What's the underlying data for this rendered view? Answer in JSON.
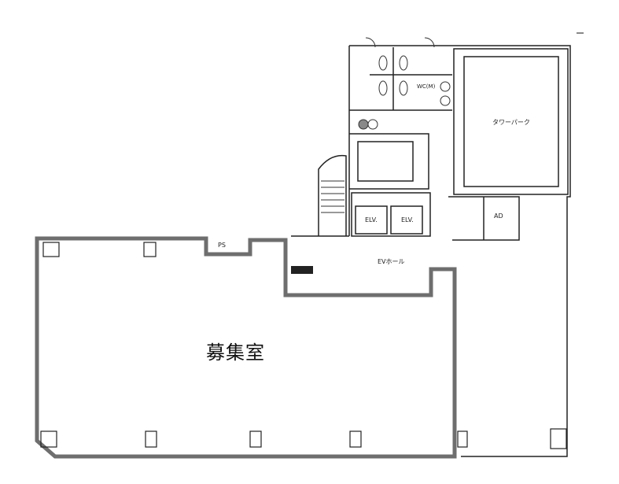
{
  "room_label": "募集室",
  "labels": {
    "tower_parking": "タワーパーク",
    "elv_1": "ELV.",
    "elv_2": "ELV.",
    "ps": "PS",
    "ev_hall": "EVホール",
    "ad_right": "AD",
    "wc_m": "WC(M)"
  },
  "colors": {
    "highlight_wall": "#6e6e6e",
    "line": "#222222"
  }
}
